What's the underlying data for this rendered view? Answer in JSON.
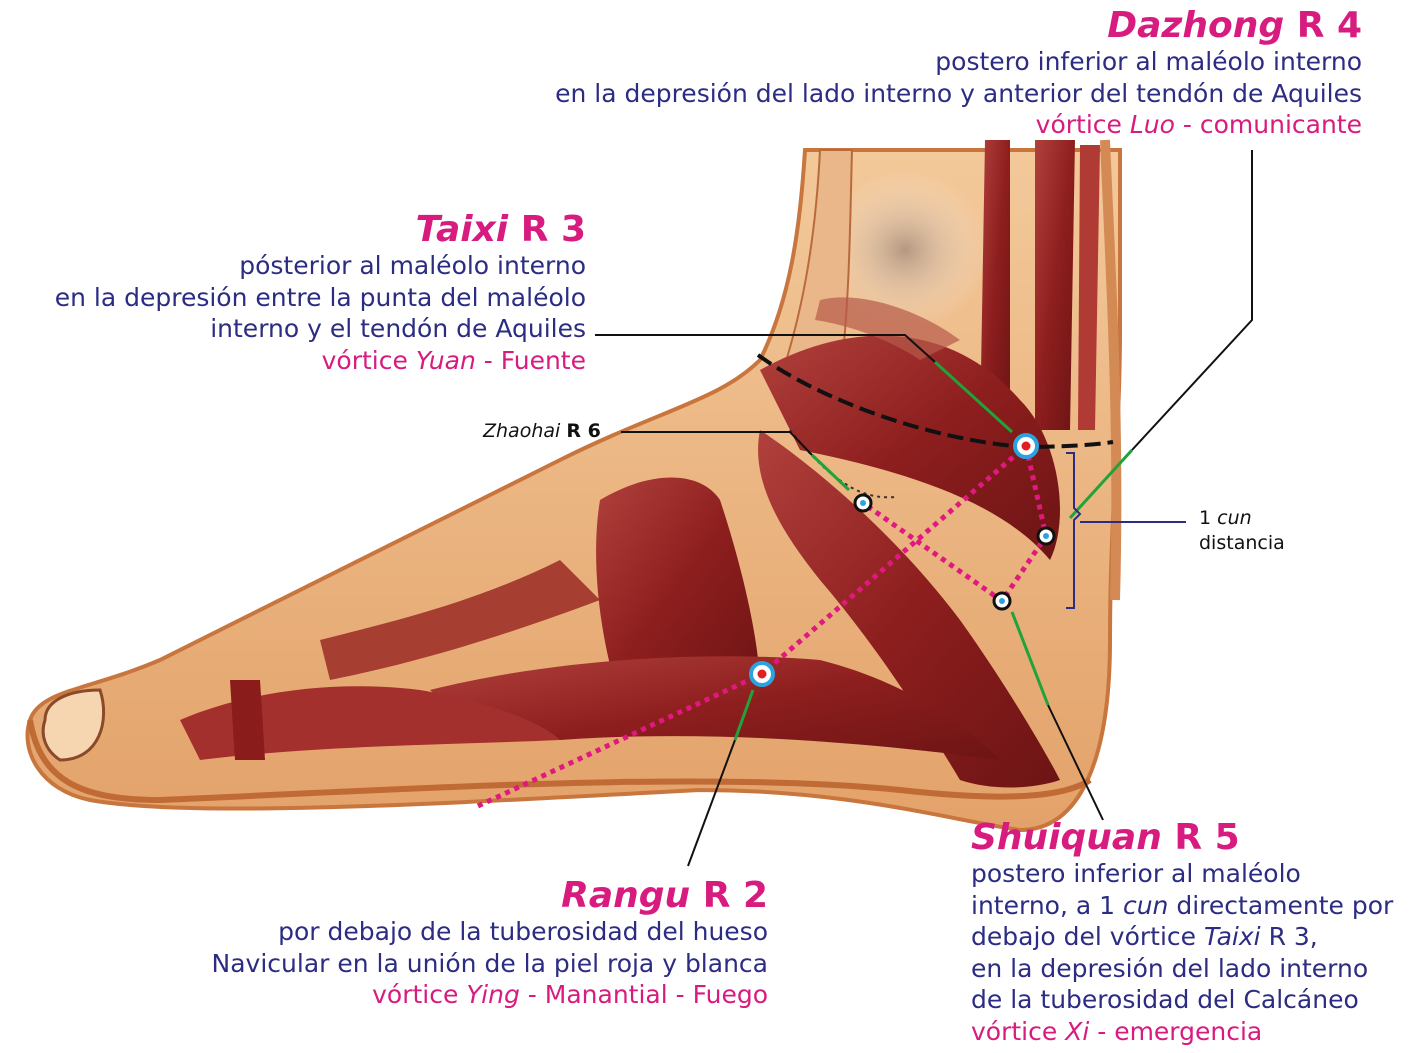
{
  "points": {
    "r4": {
      "name": "Dazhong",
      "code": "R 4",
      "line1": "postero inferior al maléolo interno",
      "line2": "en la depresión del lado interno y anterior del tendón de Aquiles",
      "vortex_prefix": "vórtice ",
      "vortex_term": "Luo",
      "vortex_suffix": " - comunicante"
    },
    "r3": {
      "name": "Taixi",
      "code": "R 3",
      "line1": "pósterior al maléolo interno",
      "line2": "en la depresión entre la punta del maléolo",
      "line3": "interno y el tendón de Aquiles",
      "vortex_prefix": "vórtice ",
      "vortex_term": "Yuan",
      "vortex_suffix": " - Fuente"
    },
    "r6": {
      "name": "Zhaohai",
      "code": "R 6"
    },
    "r2": {
      "name": "Rangu",
      "code": "R 2",
      "line1": "por debajo de la tuberosidad del hueso",
      "line2": "Navicular en la unión de la piel roja y blanca",
      "vortex_prefix": "vórtice ",
      "vortex_term": "Ying",
      "vortex_suffix": " - Manantial - Fuego"
    },
    "r5": {
      "name": "Shuiquan",
      "code": "R 5",
      "line1": "postero inferior al maléolo",
      "line2_a": "interno, a 1 ",
      "line2_term": "cun",
      "line2_b": " directamente por",
      "line3_a": "debajo del vórtice ",
      "line3_term": "Taixi",
      "line3_b": " R 3,",
      "line4": "en la depresión del lado interno",
      "line5": "de la tuberosidad del Calcáneo",
      "vortex_prefix": "vórtice ",
      "vortex_term": "Xi",
      "vortex_suffix": " - emergencia"
    }
  },
  "measure": {
    "num": "1 ",
    "unit": "cun",
    "word": "distancia"
  },
  "colors": {
    "title": "#d81b7f",
    "body": "#2b2c82",
    "meridian": "#e0187f",
    "arrow": "#1fa33a",
    "muscle": "#8e1f1f",
    "skin": "#e7a873",
    "point_ring": "#2aa3e0"
  }
}
